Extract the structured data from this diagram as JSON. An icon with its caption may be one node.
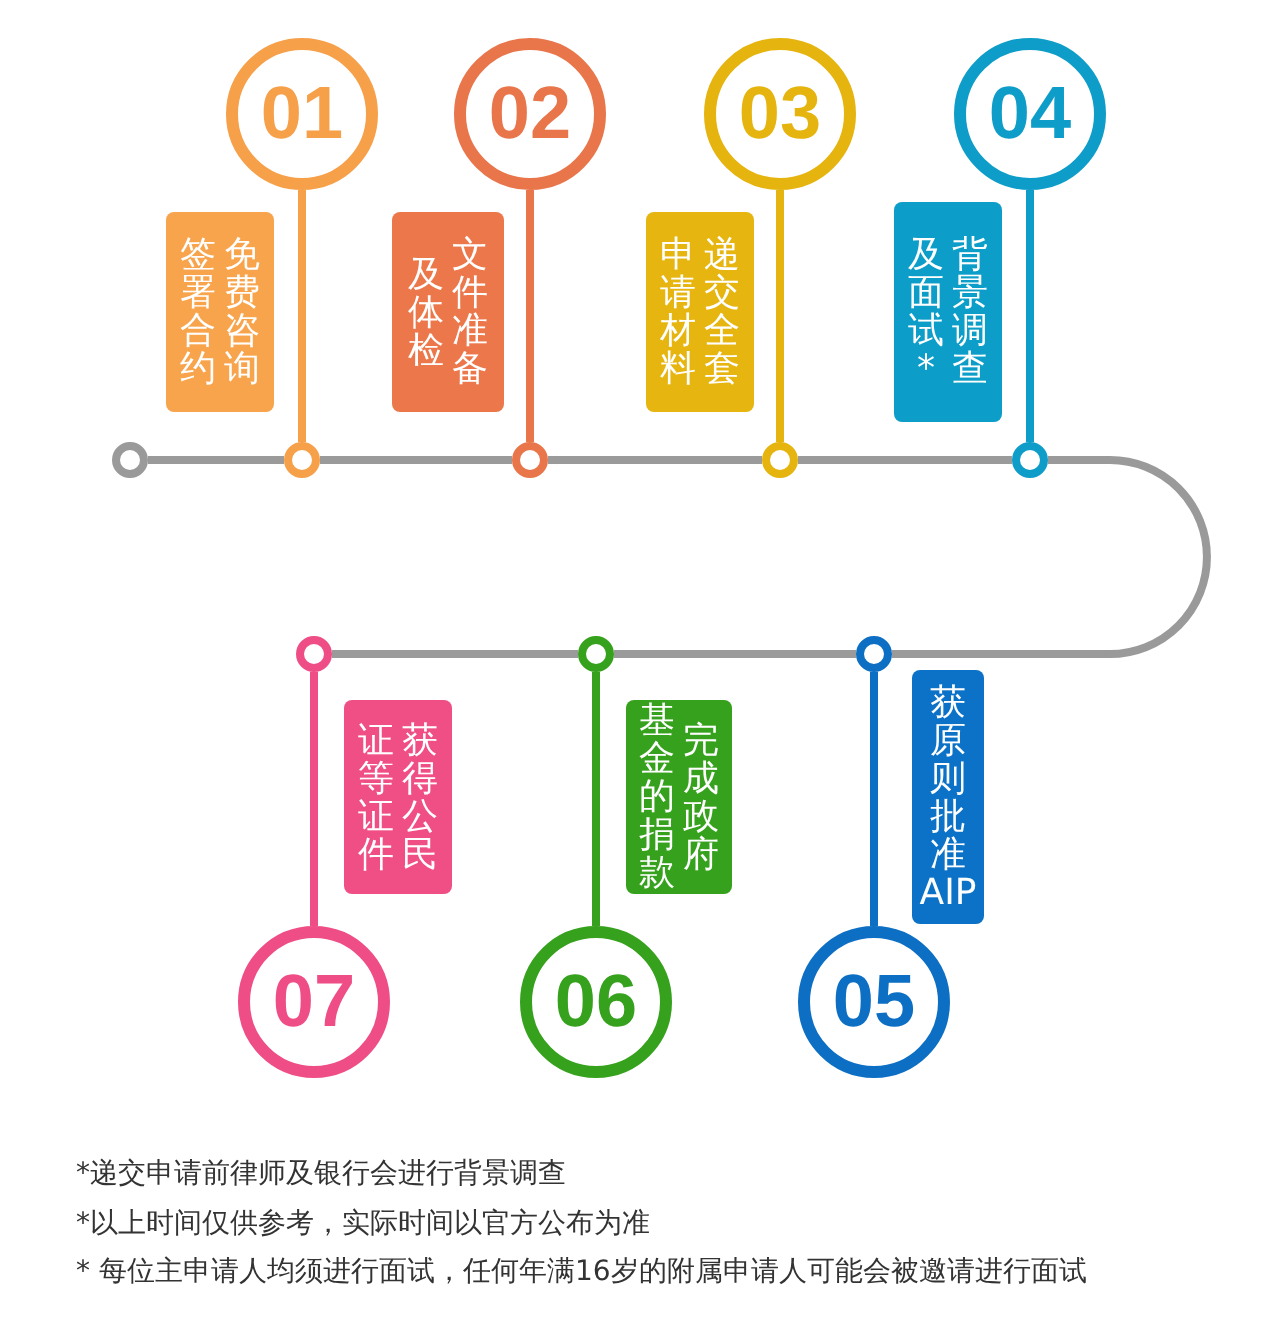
{
  "diagram": {
    "nodes": [
      {
        "text": [
          "01"
        ]
      },
      {
        "text": [
          "02"
        ]
      },
      {
        "text": [
          "03"
        ]
      },
      {
        "text": [
          "04"
        ]
      },
      {
        "text": [
          "免费咨询签署合约"
        ]
      },
      {
        "text": [
          "文件准备及体检"
        ]
      },
      {
        "text": [
          "递交全套申请材料"
        ]
      },
      {
        "text": [
          "背景调查及面试*"
        ]
      },
      {
        "text": [],
        "shape": "circle"
      },
      {
        "text": [],
        "shape": "circle"
      },
      {
        "text": [],
        "shape": "circle"
      },
      {
        "text": [],
        "shape": "circle"
      },
      {
        "text": [],
        "shape": "circle"
      },
      {
        "text": [],
        "shape": "circle"
      },
      {
        "text": [],
        "shape": "circle"
      },
      {
        "text": [],
        "shape": "circle"
      },
      {
        "text": [
          "获得公民证等证件"
        ]
      },
      {
        "text": [
          "完成政府基金的捐款"
        ]
      },
      {
        "text": [
          "获原则批准AIP"
        ]
      },
      {
        "text": [
          "07"
        ]
      },
      {
        "text": [
          "06"
        ]
      },
      {
        "text": [
          "05"
        ]
      }
    ],
    "edges": [
      {
        "from": 8,
        "to": 9,
        "arrow": "none"
      },
      {
        "from": 9,
        "to": 10,
        "arrow": "none"
      },
      {
        "from": 10,
        "to": 11,
        "arrow": "none"
      },
      {
        "from": 11,
        "to": 12,
        "arrow": "none"
      },
      {
        "from": 12,
        "to": 15,
        "arrow": "none"
      },
      {
        "from": 15,
        "to": 14,
        "arrow": "none"
      },
      {
        "from": 14,
        "to": 13,
        "arrow": "none"
      },
      {
        "from": 0,
        "to": 9,
        "arrow": "none",
        "color": "#f6a04a"
      },
      {
        "from": 1,
        "to": 10,
        "arrow": "none",
        "color": "#e9754b"
      },
      {
        "from": 2,
        "to": 11,
        "arrow": "none",
        "color": "#e6b40f"
      },
      {
        "from": 3,
        "to": 12,
        "arrow": "none",
        "color": "#0e9dc8"
      },
      {
        "from": 21,
        "to": 15,
        "arrow": "none",
        "color": "#0d6fc4"
      },
      {
        "from": 20,
        "to": 14,
        "arrow": "none",
        "color": "#36a11c"
      },
      {
        "from": 19,
        "to": 13,
        "arrow": "none",
        "color": "#ef4d86"
      }
    ],
    "labels": [
      "*递交申请前律师及银行会进行背景调查",
      "*以上时间仅供参考，实际时间以官方公布为准",
      "* 每位主申请人均须进行面试，任何年满16岁的附属申请人可能会被邀请进行面试"
    ]
  }
}
